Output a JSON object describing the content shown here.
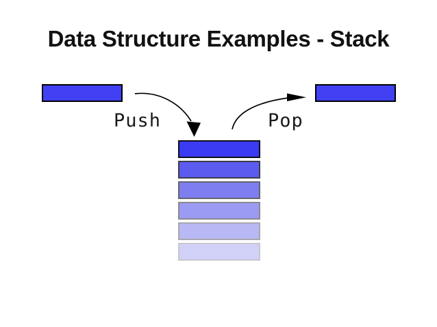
{
  "slide": {
    "title": "Data Structure Examples - Stack",
    "title_color": "#111111",
    "background": "#ffffff"
  },
  "labels": {
    "push": "Push",
    "pop": "Pop"
  },
  "arrow_color": "#000000",
  "push_item": {
    "fill": "#4141f3",
    "border": "#000000"
  },
  "pop_item": {
    "fill": "#4141f3",
    "border": "#000000"
  },
  "stack": {
    "levels": [
      {
        "level": 1,
        "fill": "#3b3bf3",
        "border": "#0f0f16"
      },
      {
        "level": 2,
        "fill": "#5b5bef",
        "border": "#3e3e48"
      },
      {
        "level": 3,
        "fill": "#7e7ef1",
        "border": "#65656f"
      },
      {
        "level": 4,
        "fill": "#9b9bf3",
        "border": "#8a8a92"
      },
      {
        "level": 5,
        "fill": "#b8b8f4",
        "border": "#a8a8b0"
      },
      {
        "level": 6,
        "fill": "#d1d1f8",
        "border": "#c6c6d0"
      }
    ]
  }
}
